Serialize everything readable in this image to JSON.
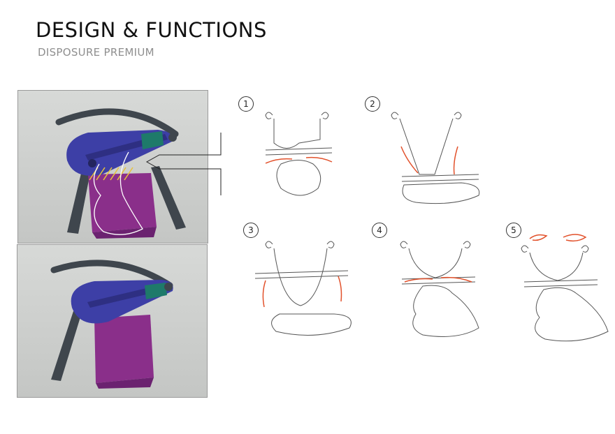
{
  "header": {
    "title": "DESIGN & FUNCTIONS",
    "subtitle": "DISPOSURE PREMIUM"
  },
  "steps": [
    {
      "number": "1"
    },
    {
      "number": "2"
    },
    {
      "number": "3"
    },
    {
      "number": "4"
    },
    {
      "number": "5"
    }
  ],
  "colors": {
    "body_blue": "#3d3fa6",
    "bag_purple": "#8a2f8a",
    "panel_green": "#1e7a6a",
    "arm_grey": "#3f464d",
    "arrow_red": "#e2512b",
    "hatch_yellow": "#e8c23a"
  }
}
